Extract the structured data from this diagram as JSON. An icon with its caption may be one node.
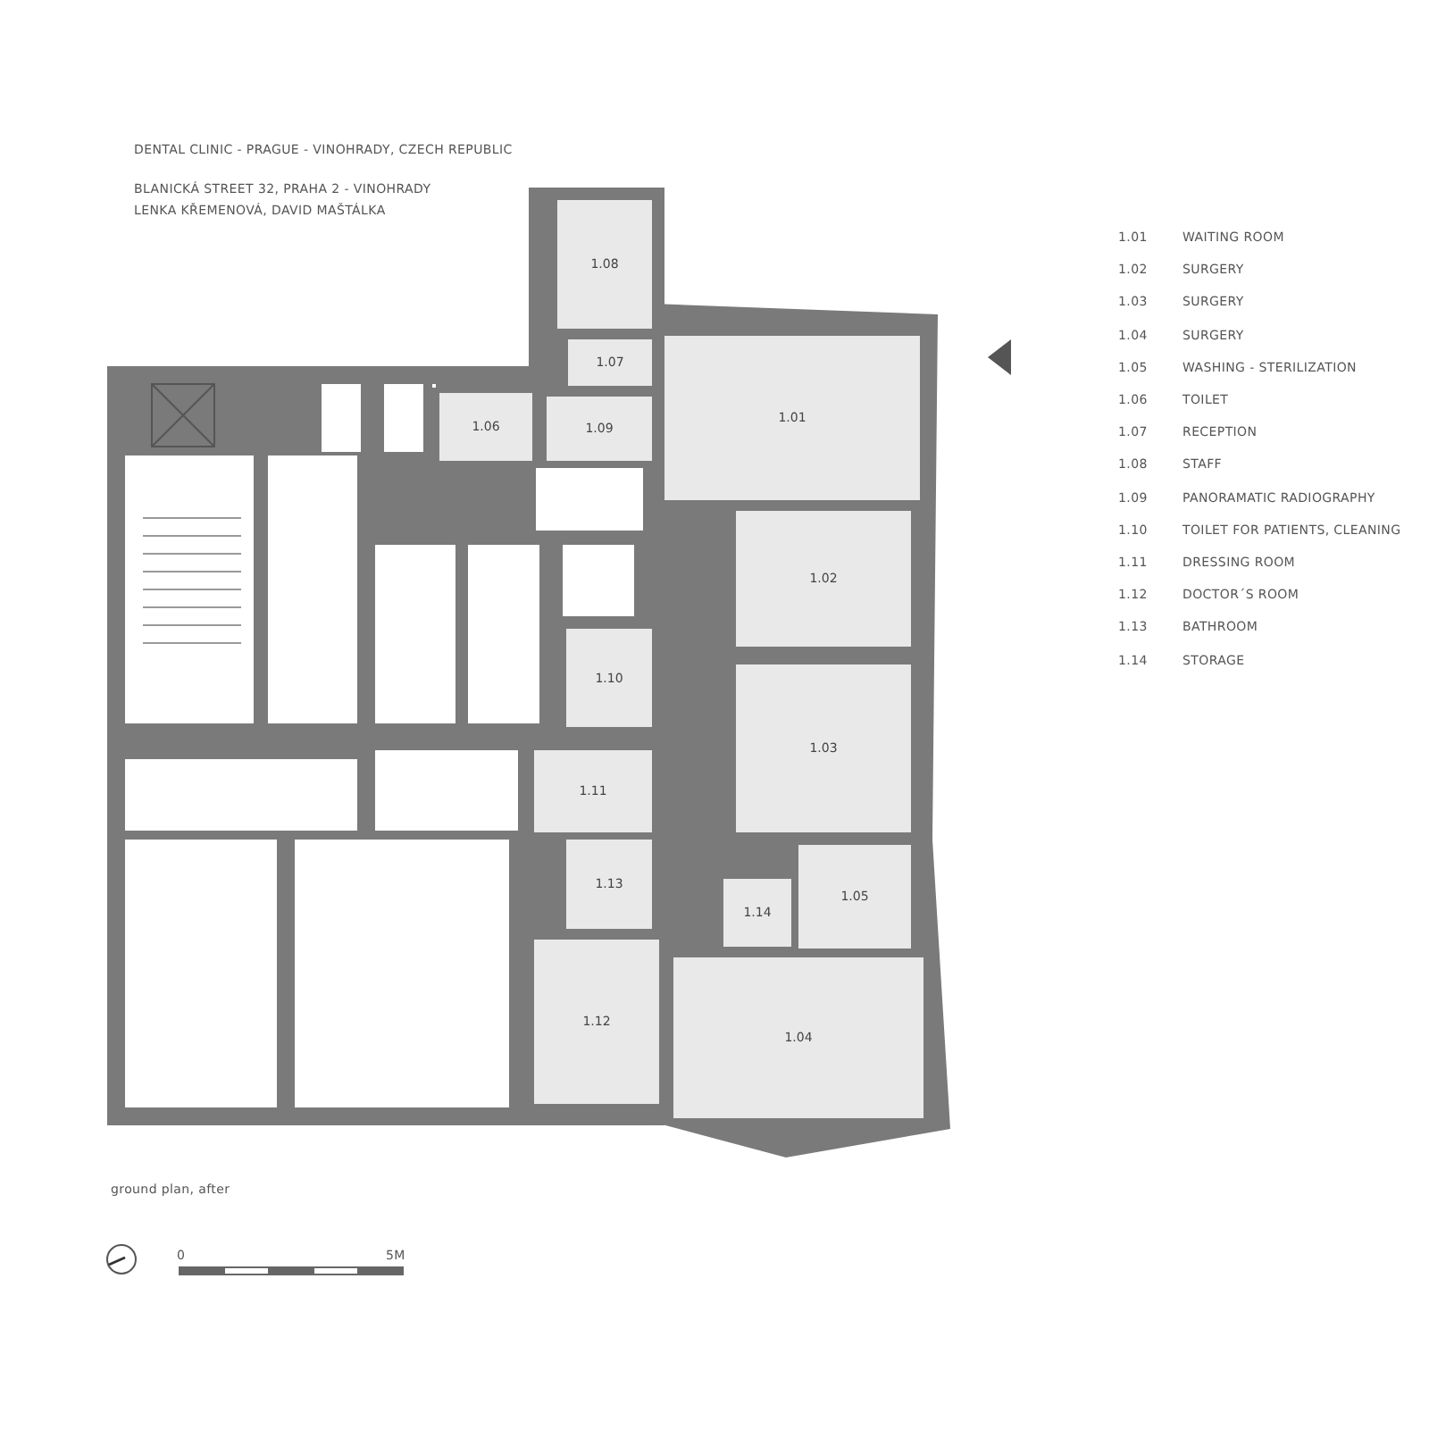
{
  "diagram": {
    "title": "DENTAL CLINIC - PRAGUE - VINOHRADY, CZECH REPUBLIC",
    "caption": "ground plan, after",
    "nodes": [
      {
        "text": [
          "1.01"
        ]
      },
      {
        "text": [
          "1.02"
        ]
      },
      {
        "text": [
          "1.03"
        ]
      },
      {
        "text": [
          "1.04"
        ]
      },
      {
        "text": [
          "1.05"
        ]
      },
      {
        "text": [
          "1.06"
        ]
      },
      {
        "text": [
          "1.07"
        ]
      },
      {
        "text": [
          "1.08"
        ]
      },
      {
        "text": [
          "1.09"
        ]
      },
      {
        "text": [
          "1.10"
        ]
      },
      {
        "text": [
          "1.11"
        ]
      },
      {
        "text": [
          "1.12"
        ]
      },
      {
        "text": [
          "1.13"
        ]
      },
      {
        "text": [
          "1.14"
        ]
      }
    ],
    "edges": [],
    "labels": [
      "BLANICKÁ STREET 32, PRAHA 2 - VINOHRADY",
      "LENKA KŘEMENOVÁ, DAVID MAŠTÁLKA",
      "1.01",
      "WAITING ROOM",
      "1.02",
      "SURGERY",
      "1.03",
      "SURGERY",
      "1.04",
      "SURGERY",
      "1.05",
      "WASHING - STERILIZATION",
      "1.06",
      "TOILET",
      "1.07",
      "RECEPTION",
      "1.08",
      "STAFF",
      "1.09",
      "PANORAMATIC RADIOGRAPHY",
      "1.10",
      "TOILET FOR PATIENTS, CLEANING",
      "1.11",
      "DRESSING ROOM",
      "1.12",
      "DOCTOR´S ROOM",
      "1.13",
      "BATHROOM",
      "1.14",
      "STORAGE",
      "0",
      "5M"
    ]
  }
}
